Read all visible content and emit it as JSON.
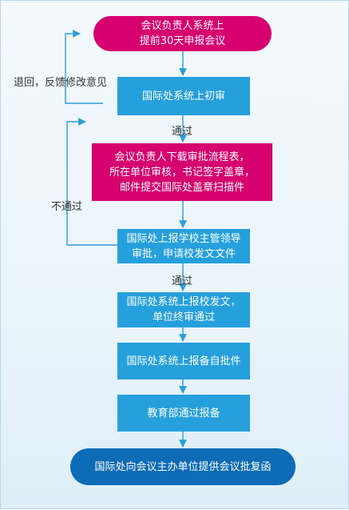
{
  "nodes": {
    "n1": "会议负责人系统上\n提前30天申报会议",
    "n2": "国际处系统上初审",
    "n3": "会议负责人下载审批流程表，\n所在单位审核，书记签字盖章，\n邮件提交国际处盖章扫描件",
    "n4": "国际处上报学校主管领导\n审批，申请校发文文件",
    "n5": "国际处系统上报校发文，\n单位终审通过",
    "n6": "国际处系统上报备自批件",
    "n7": "教育部通过报备",
    "n8": "国际处向会议主办单位提供会议批复函"
  },
  "labels": {
    "return": "退回，反馈修改意见",
    "pass1": "通过",
    "fail": "不通过",
    "pass2": "通过"
  },
  "colors": {
    "pink": "#d6006e",
    "blue": "#26a0dc",
    "navy": "#0d6cb5",
    "arrow": "#2a9fd6"
  }
}
